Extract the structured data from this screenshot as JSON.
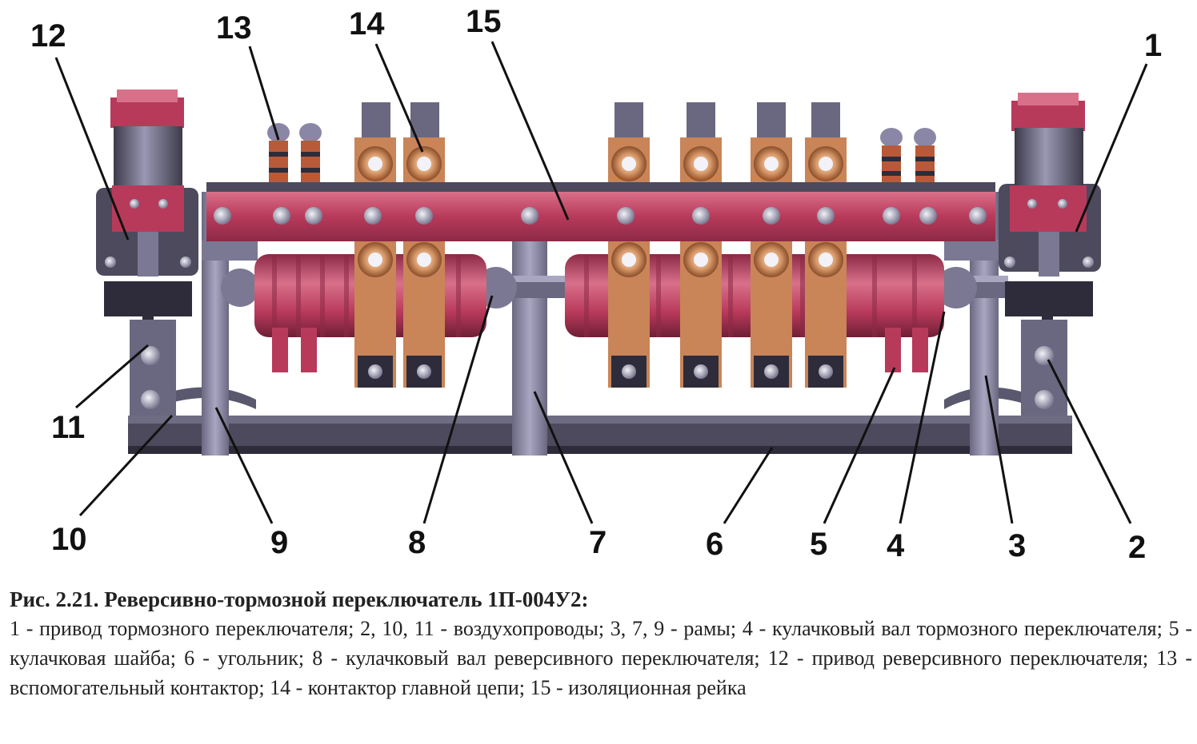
{
  "figure": {
    "callouts": [
      "1",
      "2",
      "3",
      "4",
      "5",
      "6",
      "7",
      "8",
      "9",
      "10",
      "11",
      "12",
      "13",
      "14",
      "15"
    ],
    "colors": {
      "insulator": "#b83a5a",
      "insulator_light": "#d9708a",
      "frame": "#8a87a6",
      "frame_dark": "#5a586e",
      "base": "#4c4a5c",
      "contact": "#d99a6a",
      "bolt": "#c9c9d4",
      "leader": "#111111"
    }
  },
  "caption": {
    "title": "Рис. 2.21. Реверсивно-тормозной переключатель 1П-004У2:",
    "body": "1 - привод тормозного переключателя; 2, 10, 11 - воздухопроводы; 3, 7, 9 - рамы; 4 - кулачковый вал тормозного переключателя; 5 - кулачковая шайба; 6 - угольник; 8 - кулачковый вал реверсивного переключателя; 12 - привод реверсивного переключателя; 13 - вспомогательный контактор; 14 - контактор главной цепи; 15 - изоляционная рейка"
  }
}
